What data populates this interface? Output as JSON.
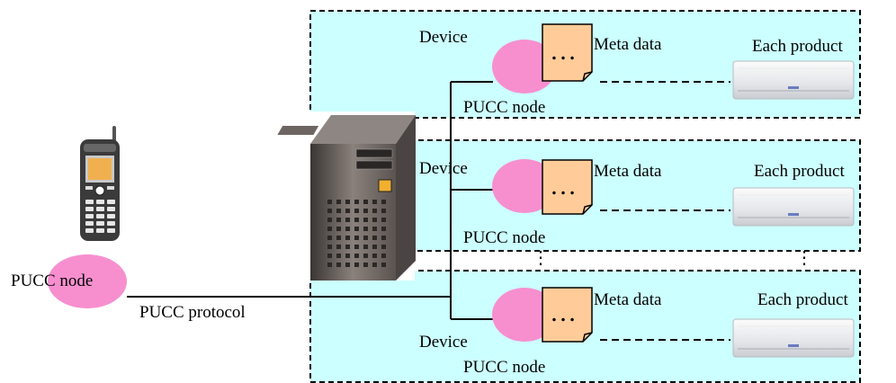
{
  "mobile": {
    "node_label": "PUCC node",
    "node_color": "#f78fcf",
    "icon": "mobile-phone-icon"
  },
  "link": {
    "protocol_label": "PUCC protocol"
  },
  "server": {
    "icon": "server-tower-icon"
  },
  "groups": [
    {
      "device_label": "Device",
      "node_label": "PUCC node",
      "metadata_label": "Meta data",
      "metadata_doc": "…",
      "product_label": "Each product",
      "product_icon": "air-conditioner-icon"
    },
    {
      "device_label": "Device",
      "node_label": "PUCC node",
      "metadata_label": "Meta data",
      "metadata_doc": "…",
      "product_label": "Each product",
      "product_icon": "air-conditioner-icon"
    },
    {
      "device_label": "Device",
      "node_label": "PUCC node",
      "metadata_label": "Meta data",
      "metadata_doc": "…",
      "product_label": "Each product",
      "product_icon": "air-conditioner-icon"
    }
  ],
  "continuation_marks": [
    "⋮",
    "⋮"
  ],
  "colors": {
    "group_fill": "#ccffff",
    "node_fill": "#f78fcf",
    "metadata_fill": "#ffcc99",
    "line": "#000000"
  }
}
